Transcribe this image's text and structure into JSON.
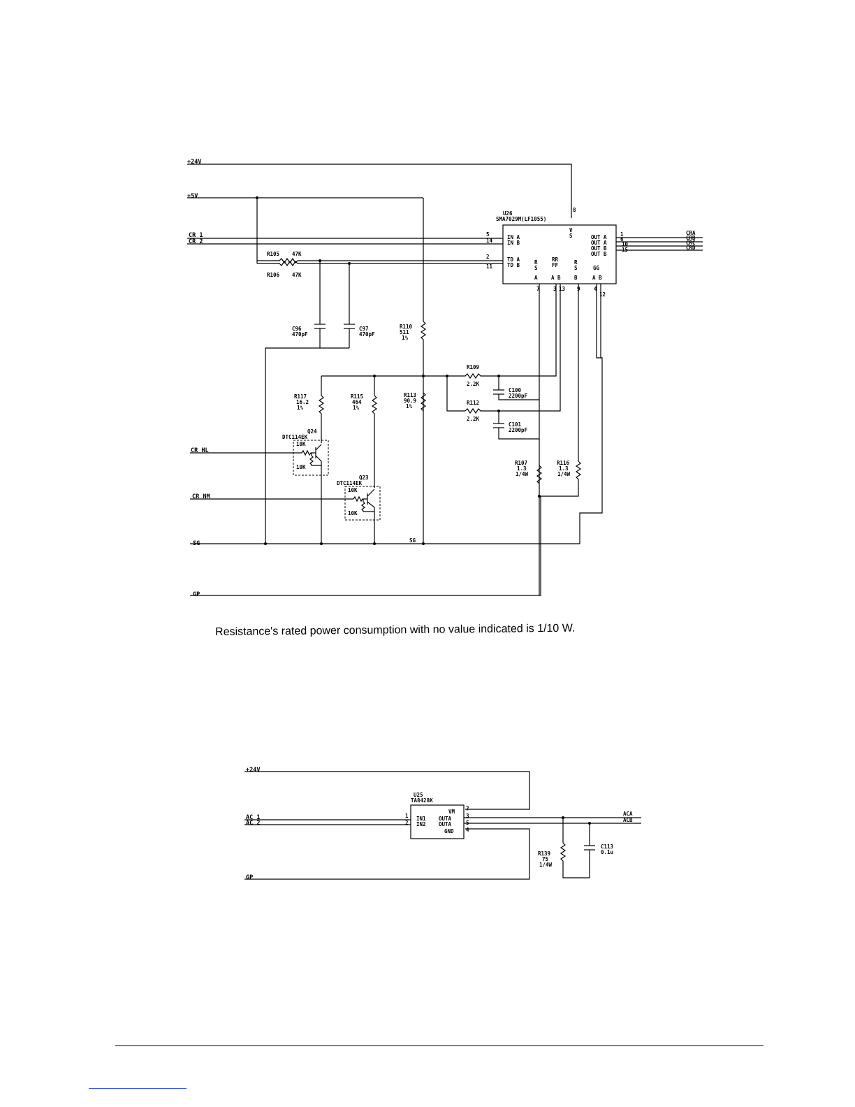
{
  "circuit1": {
    "rails": {
      "p24": "+24V",
      "p5": "+5V",
      "sg": "SG",
      "sg2": "SG",
      "gp": "GP"
    },
    "inputs": {
      "cr1": "CR 1",
      "cr2": "CR 2",
      "cr_hl": "CR HL",
      "cr_nm": "CR NM"
    },
    "outputs": {
      "cra": "CRA",
      "crb": "CRB",
      "crc": "CRC",
      "crd": "CRD"
    },
    "ic": {
      "ref": "U26",
      "part": "SMA7029M(LF1055)",
      "pins_left": [
        "IN A",
        "IN B",
        "TD A",
        "TD B"
      ],
      "pins_right": [
        "OUT A",
        "OUT A",
        "OUT B",
        "OUT B"
      ],
      "vs": "V",
      "vs2": "S",
      "bottom_labels": [
        "R",
        "S",
        "RR",
        "FF",
        "R",
        "S",
        "GG"
      ],
      "bottom_ab": [
        "A",
        "A B",
        "B",
        "A B"
      ],
      "pin_numbers": {
        "in_a": "5",
        "in_b": "14",
        "td_a": "2",
        "td_b": "11",
        "vs": "8",
        "out1": "1",
        "out2": "6",
        "out3": "10",
        "out4": "15",
        "b7": "7",
        "b3": "3",
        "b13": "13",
        "b9": "9",
        "b4": "4",
        "b12": "12"
      }
    },
    "components": {
      "r105": {
        "ref": "R105",
        "value": "47K"
      },
      "r106": {
        "ref": "R106",
        "value": "47K"
      },
      "c96": {
        "ref": "C96",
        "value": "470pF"
      },
      "c97": {
        "ref": "C97",
        "value": "470pF"
      },
      "r110": {
        "ref": "R110",
        "value": "511",
        "tol": "1%"
      },
      "r109": {
        "ref": "R109",
        "value": "2.2K"
      },
      "r112": {
        "ref": "R112",
        "value": "2.2K"
      },
      "c100": {
        "ref": "C100",
        "value": "2200pF"
      },
      "c101": {
        "ref": "C101",
        "value": "2200pF"
      },
      "r117": {
        "ref": "R117",
        "value": "16.2",
        "tol": "1%"
      },
      "r115": {
        "ref": "R115",
        "value": "464",
        "tol": "1%"
      },
      "r113": {
        "ref": "R113",
        "value": "90.9",
        "tol": "1%"
      },
      "r107": {
        "ref": "R107",
        "value": "1.3",
        "power": "1/4W"
      },
      "r116": {
        "ref": "R116",
        "value": "1.3",
        "power": "1/4W"
      },
      "q24": {
        "ref": "Q24",
        "part": "DTC114EK",
        "r1": "10K",
        "r2": "10K"
      },
      "q23": {
        "ref": "Q23",
        "part": "DTC114EK",
        "r1": "10K",
        "r2": "10K"
      }
    }
  },
  "note": "Resistance's rated power consumption with no value indicated is 1/10 W.",
  "circuit2": {
    "rails": {
      "p24": "+24V",
      "gp": "GP"
    },
    "inputs": {
      "ac1": "AC 1",
      "ac2": "AC 2"
    },
    "outputs": {
      "aca": "ACA",
      "acb": "ACB"
    },
    "ic": {
      "ref": "U25",
      "part": "TA8428K",
      "pins_left": [
        "IN1",
        "IN2"
      ],
      "pins_right": [
        "VM",
        "OUTA",
        "OUTA",
        "GND"
      ],
      "pin_numbers": {
        "in1": "1",
        "in2": "2",
        "vm": "7",
        "outa1": "3",
        "outa2": "5",
        "gnd": "4"
      }
    },
    "components": {
      "r139": {
        "ref": "R139",
        "value": "75",
        "power": "1/4W"
      },
      "c113": {
        "ref": "C113",
        "value": "0.1u"
      }
    }
  }
}
